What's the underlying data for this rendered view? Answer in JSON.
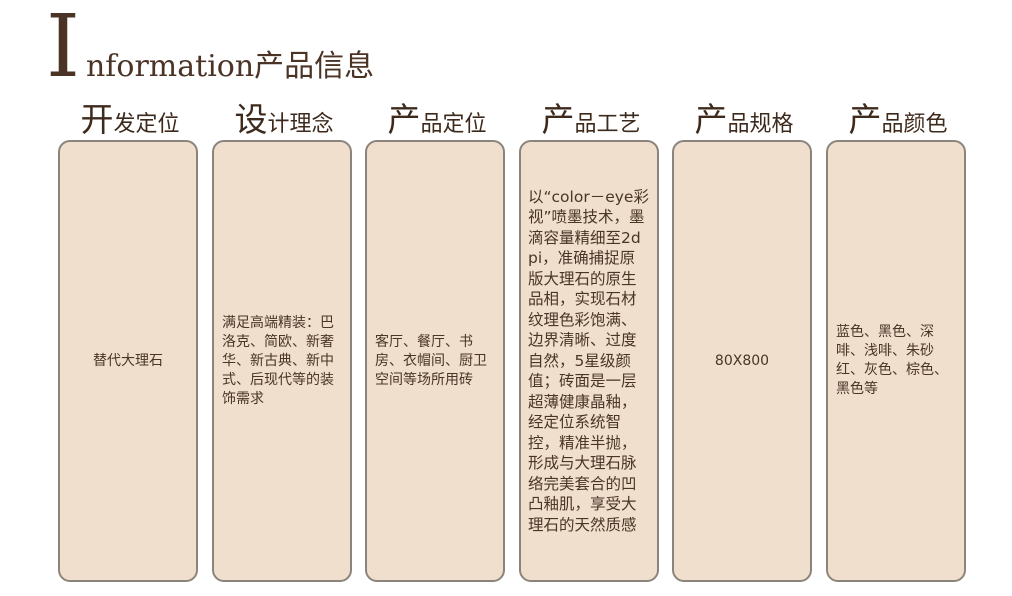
{
  "title": {
    "initial": "I",
    "rest": "nformation产品信息"
  },
  "columns": [
    {
      "head_first": "开",
      "head_rest": "发定位",
      "body": "替代大理石"
    },
    {
      "head_first": "设",
      "head_rest": "计理念",
      "body": "满足高端精装：巴洛克、简欧、新奢华、新古典、新中式、后现代等的装饰需求"
    },
    {
      "head_first": "产",
      "head_rest": "品定位",
      "body": "客厅、餐厅、书房、衣帽间、厨卫空间等场所用砖"
    },
    {
      "head_first": "产",
      "head_rest": "品工艺",
      "body": "以“color－eye彩视”喷墨技术，墨滴容量精细至2dpi，准确捕捉原版大理石的原生品相，实现石材纹理色彩饱满、边界清晰、过度自然，5星级颜值；砖面是一层超薄健康晶釉，经定位系统智控，精准半抛，形成与大理石脉络完美套合的凹凸釉肌，享受大理石的天然质感"
    },
    {
      "head_first": "产",
      "head_rest": "品规格",
      "body": "80X800"
    },
    {
      "head_first": "产",
      "head_rest": "品颜色",
      "body": "蓝色、黑色、深啡、浅啡、朱砂红、灰色、棕色、黑色等"
    }
  ]
}
